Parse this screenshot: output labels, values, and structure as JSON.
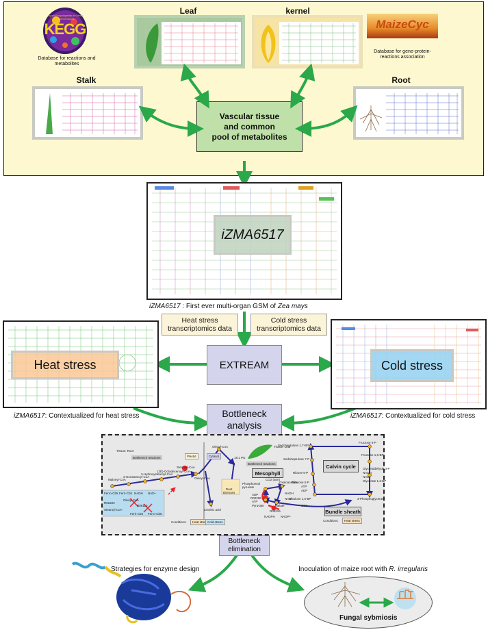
{
  "top_panel": {
    "kegg_logo": "KEGG",
    "kegg_logo_sub": "Kyoto Encyclopedia of Genes and Genomes",
    "kegg_desc": "Database for reactions and metabolites",
    "maizecyc_logo": "MaizeCyc",
    "maizecyc_desc": "Database for gene-protein-reactions association",
    "leaf_label": "Leaf",
    "kernel_label": "kernel",
    "stalk_label": "Stalk",
    "root_label": "Root",
    "vascular_label": "Vascular tissue\nand common\npool of metabolites"
  },
  "model": {
    "name": "iZMA6517",
    "caption_italic": "iZMA6517",
    "caption_rest": " : First ever multi-organ GSM of ",
    "caption_species": "Zea mays"
  },
  "data_inputs": {
    "heat": "Heat stress\ntranscriptomics data",
    "cold": "Cold stress\ntranscriptomics data"
  },
  "method": {
    "name": "EXTREAM"
  },
  "heat_map": {
    "label": "Heat stress",
    "caption_italic": "iZMA6517",
    "caption_rest": ": Contextualized for heat stress"
  },
  "cold_map": {
    "label": "Cold stress",
    "caption_italic": "iZMA6517",
    "caption_rest": ": Contextualized for cold stress"
  },
  "bottleneck": {
    "label": "Bottleneck\nanalysis"
  },
  "pathway_panel": {
    "tissue_root": "Tissue: Root",
    "tissue_leaf": "Tissue: Leaf",
    "bottleneck_reactions": "Bottleneck reactions",
    "plastid": "Plastid",
    "cytosol": "Cytosol",
    "mesophyll": "Mesophyll",
    "bundle_sheath": "Bundle sheath",
    "calvin_cycle": "Calvin cycle",
    "conditions": "Conditions:",
    "heat_stress": "Heat stress",
    "cold_stress": "Cold stress",
    "root_biomass": "Root\nBiomass",
    "metabolites_root": [
      "Malonyl-CoA",
      "3-Oxostearoyl-CoA",
      "3-Hydroxystearoyl-CoA",
      "(2E)-Octadecenoyl-CoA",
      "Stearoyl-CoA",
      "Oleoyl-CoA",
      "Linoleic acid",
      "Oleoyl-CoA",
      "18:1 PG"
    ],
    "cofactors_root": [
      "Ferro-Cb5",
      "Ferri-Cb5",
      "NADH",
      "NAD+",
      "Oleoyl CoA",
      "R02222",
      "Stearoyl CoA",
      "R06110",
      "Ferri-Cb5",
      "Ferro-Cb5"
    ],
    "metabolites_leaf": [
      "Phosphoenol pyruvate",
      "Oxaloacetate",
      "NADH",
      "NAD+",
      "Malate",
      "Pyruvate",
      "NADPH",
      "NADP+",
      "ADP",
      "ATP",
      "R00206",
      "R00216",
      "CO2",
      "CO2 (atm)"
    ],
    "calvin_metabolites": [
      "Sedoheptulose 1,7-BP",
      "Fructose 6-P",
      "Sedoheptulose 7-P",
      "Fructose 1,6-BP",
      "Ribose 5-P",
      "Glyceraldehyde 3-P",
      "NADH",
      "Ribulose 5-P",
      "NAD+",
      "ATP",
      "Glycerate 1,3-BP",
      "ADP",
      "Ribulose 1,5-BP",
      "3-Phosphoglycerate"
    ]
  },
  "elimination": {
    "label": "Bottleneck\nelimination"
  },
  "strategies": {
    "enzyme": "Strategies for enzyme design",
    "inoculation_prefix": "Inoculation of maize root with ",
    "inoculation_species": "R. irregularis",
    "symbiosis": "Fungal sybmiosis"
  },
  "colors": {
    "arrow_green": "#2aa84a",
    "pathway_blue": "#2a2a9a",
    "bottleneck_red": "#e8242a",
    "panel_yellow": "#fdf8cf",
    "vascular_green": "#bfe0a8",
    "purple_box": "#d4d4ec"
  }
}
